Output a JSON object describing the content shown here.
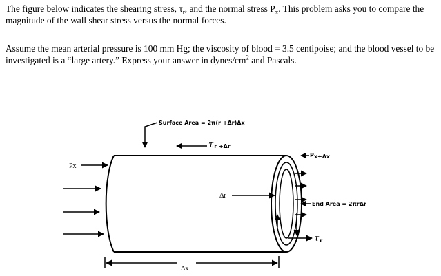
{
  "problem": {
    "p1_a": "The figure below indicates the shearing stress, ",
    "p1_tau": "τ",
    "p1_tau_sub": "r",
    "p1_b": ", and the normal stress P",
    "p1_p_sub": "x",
    "p1_c": ".  This problem asks you to compare the magnitude of the wall shear stress versus the normal forces.",
    "p2_a": "Assume the mean arterial pressure is 100 mm Hg; the viscosity of blood = 3.5 centipoise; and the blood vessel to be investigated is a “large artery.”  Express your answer in dynes/cm",
    "p2_sup": "2",
    "p2_b": " and Pascals."
  },
  "figure": {
    "surface_area": "Surface Area = 2π(r +Δr)Δx",
    "tau_top": "τ",
    "tau_top_sub": "r +Δr",
    "p_right": "P",
    "p_right_sub": "x+Δx",
    "p_left": "Px",
    "delta_r": "Δr",
    "end_area": "End Area = 2πrΔr",
    "tau_bottom": "τ",
    "tau_bottom_sub": "r",
    "delta_x": "Δx"
  }
}
